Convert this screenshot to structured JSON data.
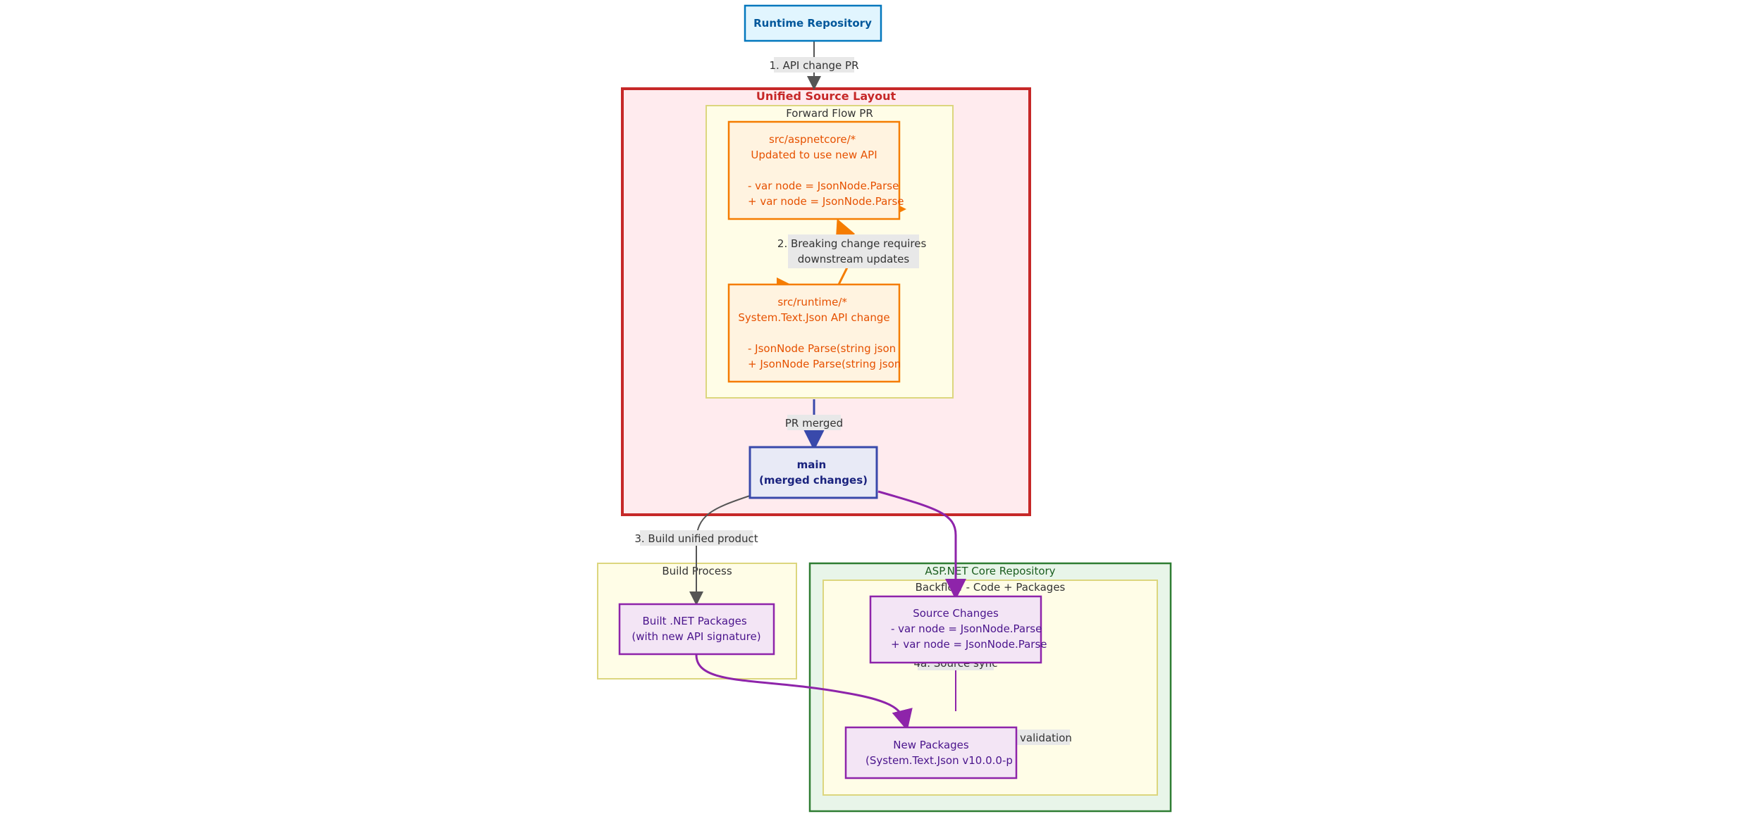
{
  "nodes": {
    "runtime_repo": "Runtime Repository",
    "aspnetcore_src": [
      "src/aspnetcore/*",
      "Updated to use new API",
      "",
      "- var node = JsonNode.Parse",
      "+ var node = JsonNode.Parse"
    ],
    "runtime_src": [
      "src/runtime/*",
      "System.Text.Json API change",
      "",
      "- JsonNode Parse(string json",
      "+ JsonNode Parse(string json"
    ],
    "main": [
      "main",
      "(merged changes)"
    ],
    "built_packages": [
      "Built .NET Packages",
      "(with new API signature)"
    ],
    "source_changes": [
      "Source Changes",
      "- var node = JsonNode.Parse",
      "+ var node = JsonNode.Parse"
    ],
    "new_packages": [
      "New Packages",
      "(System.Text.Json v10.0.0-p"
    ]
  },
  "groups": {
    "unified": "Unified Source Layout",
    "forward_flow": "Forward Flow PR",
    "build_process": "Build Process",
    "aspnet_repo": "ASP.NET Core Repository",
    "backflow": "Backflow - Code + Packages"
  },
  "edges": {
    "api_change": "1. API change PR",
    "breaking": [
      "2. Breaking change requires",
      "downstream updates"
    ],
    "pr_merged": "PR merged",
    "build_unified": "3. Build unified product",
    "source_sync": "4a. Source sync",
    "validation": "e validation"
  },
  "colors": {
    "runtime_fill": "#e1f5fe",
    "runtime_stroke": "#0277bd",
    "runtime_text": "#01579b",
    "unified_fill": "#ffebee",
    "unified_stroke": "#c62828",
    "flow_fill": "#fffde7",
    "flow_stroke": "#dcd67e",
    "orange_fill": "#fff3e0",
    "orange_stroke": "#f57c00",
    "orange_text": "#e65100",
    "main_fill": "#e8eaf6",
    "main_stroke": "#3949ab",
    "main_text": "#1a237e",
    "purple_fill": "#f3e5f5",
    "purple_stroke": "#8e24aa",
    "purple_text": "#4a148c",
    "green_fill": "#e8f5e9",
    "green_stroke": "#2e7d32",
    "green_text": "#1b5e20",
    "label_bg": "#e8e8e8",
    "edge_gray": "#555555"
  }
}
